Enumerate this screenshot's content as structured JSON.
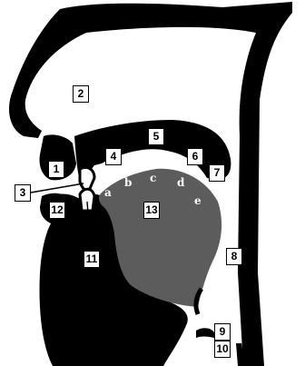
{
  "labels": {
    "n1": "1",
    "n2": "2",
    "n3": "3",
    "n4": "4",
    "n5": "5",
    "n6": "6",
    "n7": "7",
    "n8": "8",
    "n9": "9",
    "n10": "10",
    "n11": "11",
    "n12": "12",
    "n13": "13"
  },
  "tongue_regions": {
    "a": "a",
    "b": "b",
    "c": "c",
    "d": "d",
    "e": "e"
  },
  "colors": {
    "tissue": "#000000",
    "tongue": "#5c5c5c",
    "background": "#ffffff"
  }
}
